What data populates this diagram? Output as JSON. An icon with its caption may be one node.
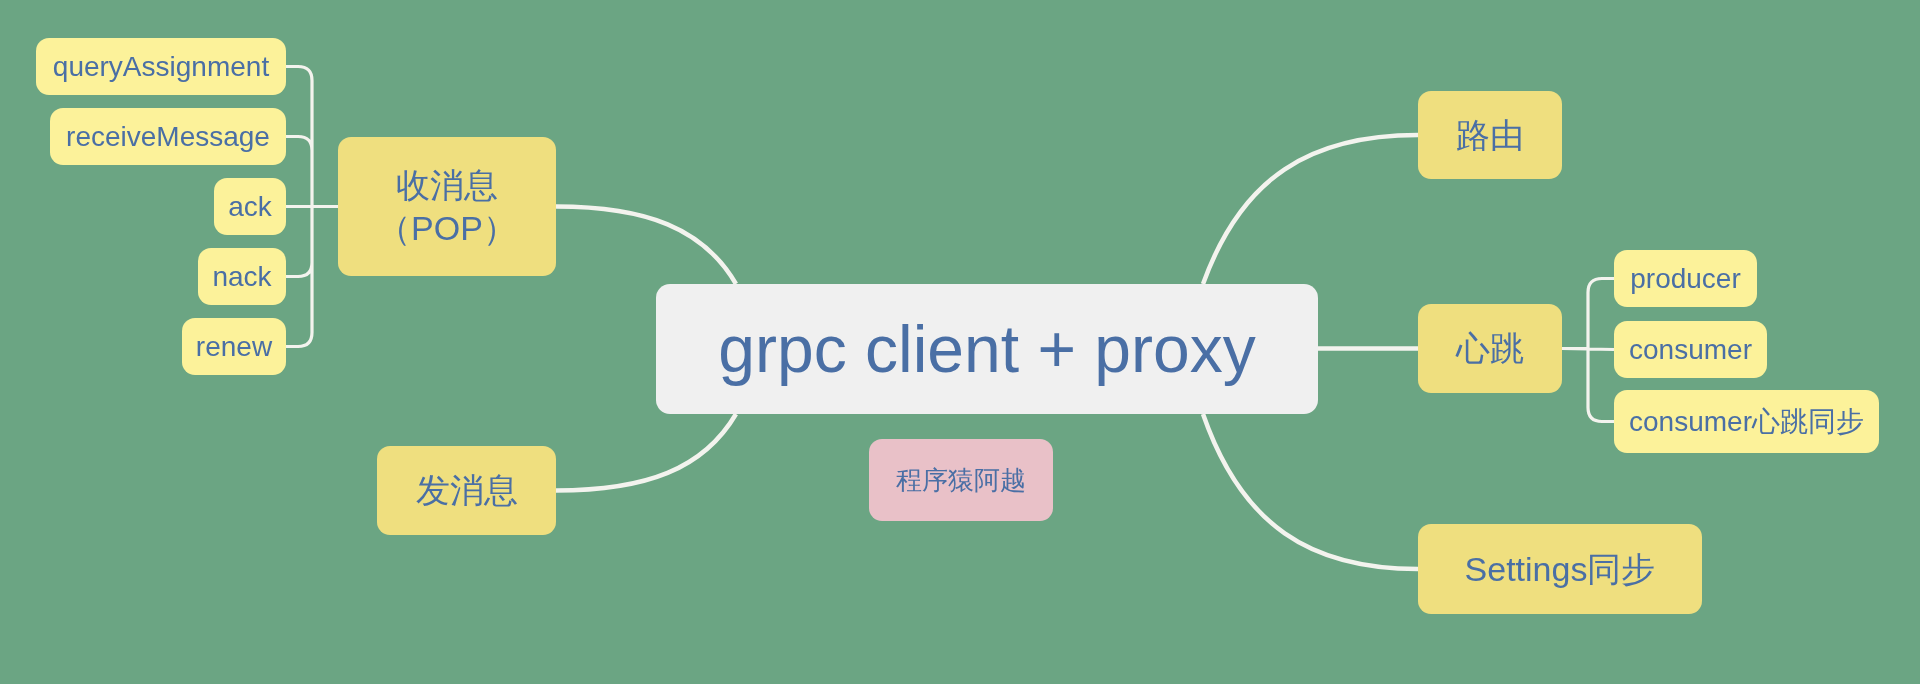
{
  "diagram": {
    "nodes": [
      {
        "text": [
          "grpc client + proxy"
        ]
      },
      {
        "text": [
          "收消息（POP）"
        ]
      },
      {
        "text": [
          "queryAssignment"
        ]
      },
      {
        "text": [
          "receiveMessage"
        ]
      },
      {
        "text": [
          "ack"
        ]
      },
      {
        "text": [
          "nack"
        ]
      },
      {
        "text": [
          "renew"
        ]
      },
      {
        "text": [
          "发消息"
        ]
      },
      {
        "text": [
          "程序猿阿越"
        ]
      },
      {
        "text": [
          "路由"
        ]
      },
      {
        "text": [
          "心跳"
        ]
      },
      {
        "text": [
          "producer"
        ]
      },
      {
        "text": [
          "consumer"
        ]
      },
      {
        "text": [
          "consumer心跳同步"
        ]
      },
      {
        "text": [
          "Settings同步"
        ]
      }
    ],
    "edges": [
      {
        "from": 0,
        "to": 1,
        "arrow": "none"
      },
      {
        "from": 1,
        "to": 2,
        "arrow": "none"
      },
      {
        "from": 1,
        "to": 3,
        "arrow": "none"
      },
      {
        "from": 1,
        "to": 4,
        "arrow": "none"
      },
      {
        "from": 1,
        "to": 5,
        "arrow": "none"
      },
      {
        "from": 1,
        "to": 6,
        "arrow": "none"
      },
      {
        "from": 0,
        "to": 7,
        "arrow": "none"
      },
      {
        "from": 0,
        "to": 9,
        "arrow": "none"
      },
      {
        "from": 0,
        "to": 10,
        "arrow": "none"
      },
      {
        "from": 10,
        "to": 11,
        "arrow": "none"
      },
      {
        "from": 10,
        "to": 12,
        "arrow": "none"
      },
      {
        "from": 10,
        "to": 13,
        "arrow": "none"
      },
      {
        "from": 0,
        "to": 14,
        "arrow": "none"
      }
    ]
  }
}
